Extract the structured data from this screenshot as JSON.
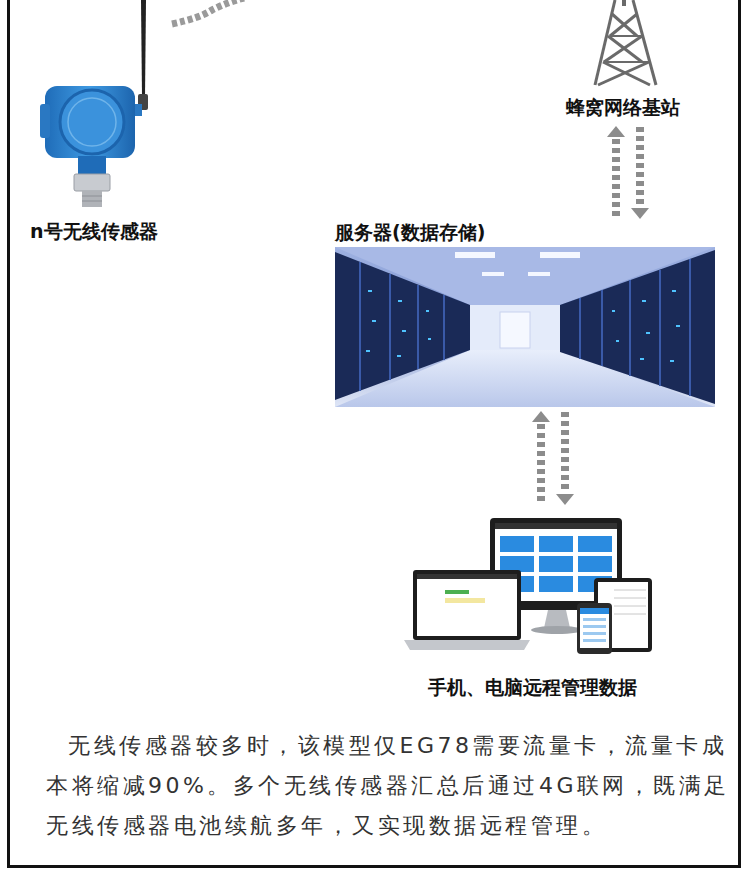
{
  "diagram": {
    "nodes": [
      {
        "text": [
          "n号无线传感器"
        ]
      },
      {
        "text": [
          "蜂窝网络基站"
        ]
      },
      {
        "text": [
          "服务器(数据存储)"
        ]
      },
      {
        "text": [
          "手机、电脑远程管理数据"
        ]
      }
    ],
    "edges": [
      {
        "from": 1,
        "to": 2,
        "arrow": "both"
      },
      {
        "from": 2,
        "to": 3,
        "arrow": "both"
      }
    ],
    "labels": [
      "无线传感器较多时，该模型仅EG78需要流量卡，流量卡成本将缩减90%。多个无线传感器汇总后通过4G联网，既满足无线传感器电池续航多年，又实现数据远程管理。"
    ]
  }
}
